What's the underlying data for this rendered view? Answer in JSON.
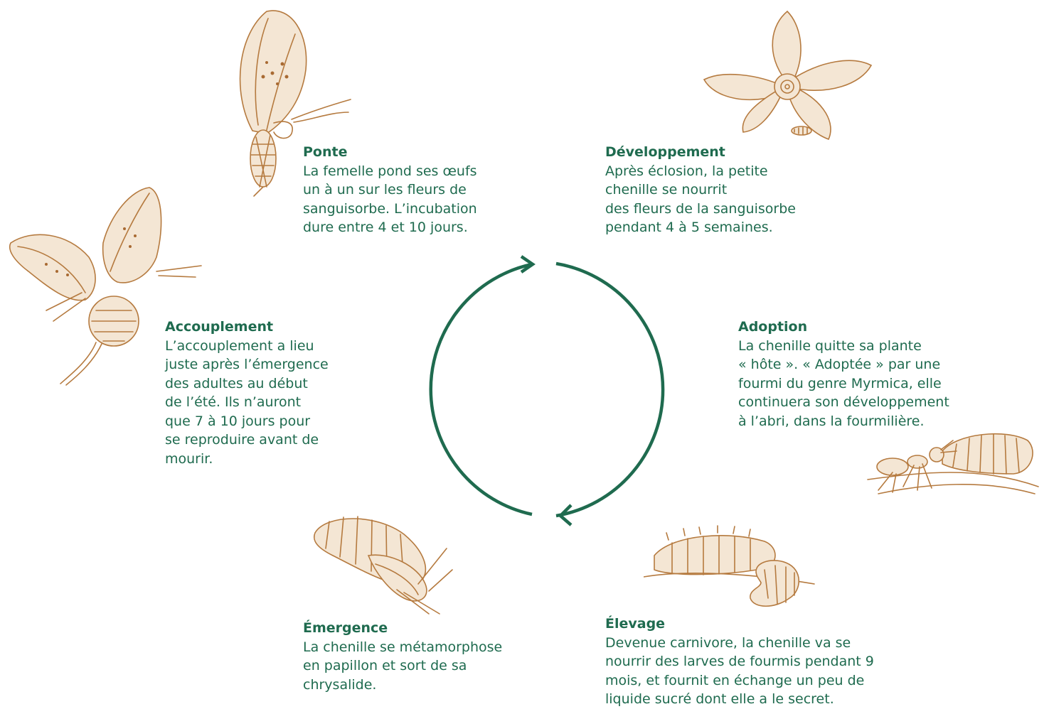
{
  "colors": {
    "text": "#1f6b4f",
    "cycle": "#1f6b4f",
    "illustration": "#b57a3f"
  },
  "stages": {
    "ponte": {
      "title": "Ponte",
      "lines": [
        "La femelle pond ses œufs",
        "un à un sur les fleurs de",
        "sanguisorbe. L’incubation",
        "dure entre 4 et 10 jours."
      ],
      "icon": "butterfly-on-flower-icon"
    },
    "developpement": {
      "title": "Développement",
      "lines": [
        "Après éclosion, la petite",
        "chenille se nourrit",
        "des fleurs de la sanguisorbe",
        "pendant 4 à 5 semaines."
      ],
      "icon": "flower-with-caterpillar-icon"
    },
    "adoption": {
      "title": "Adoption",
      "lines": [
        "La chenille quitte sa plante",
        "« hôte ».  « Adoptée » par une",
        "fourmi du genre Myrmica, elle",
        "continuera son développement",
        "à l’abri, dans la fourmilière."
      ],
      "icon": "ant-carrying-caterpillar-icon"
    },
    "elevage": {
      "title": "Élevage",
      "lines": [
        "Devenue carnivore, la chenille va se",
        "nourrir des larves de fourmis pendant 9",
        "mois, et fournit en échange un peu de",
        "liquide sucré dont elle a le secret."
      ],
      "icon": "caterpillar-and-larvae-icon"
    },
    "emergence": {
      "title": "Émergence",
      "lines": [
        "La chenille se métamorphose",
        "en papillon et sort de sa",
        "chrysalide."
      ],
      "icon": "chrysalis-icon"
    },
    "accouplement": {
      "title": "Accouplement",
      "lines": [
        "L’accouplement a lieu",
        "juste après l’émergence",
        "des adultes au début",
        "de l’été. Ils n’auront",
        "que 7 à 10 jours pour",
        "se reproduire avant de",
        "mourir."
      ],
      "icon": "mating-butterflies-icon"
    }
  }
}
